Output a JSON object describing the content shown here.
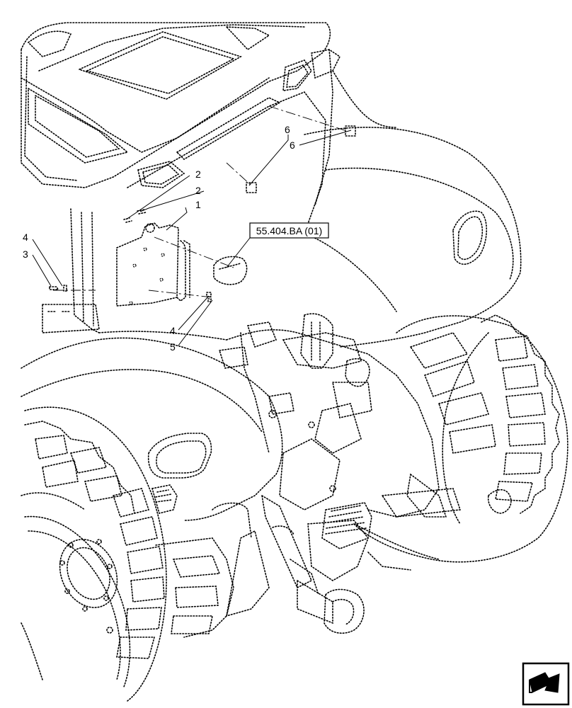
{
  "callouts": [
    {
      "id": "c6a",
      "label": "6"
    },
    {
      "id": "c6b",
      "label": "6"
    },
    {
      "id": "c2a",
      "label": "2"
    },
    {
      "id": "c2b",
      "label": "2"
    },
    {
      "id": "c1",
      "label": "1"
    },
    {
      "id": "c4a",
      "label": "4"
    },
    {
      "id": "c3",
      "label": "3"
    },
    {
      "id": "c4b",
      "label": "4"
    },
    {
      "id": "c5",
      "label": "5"
    }
  ],
  "reference": {
    "label": "55.404.BA (01)"
  },
  "nav_icon": {
    "name": "next-page-arrow-icon"
  }
}
